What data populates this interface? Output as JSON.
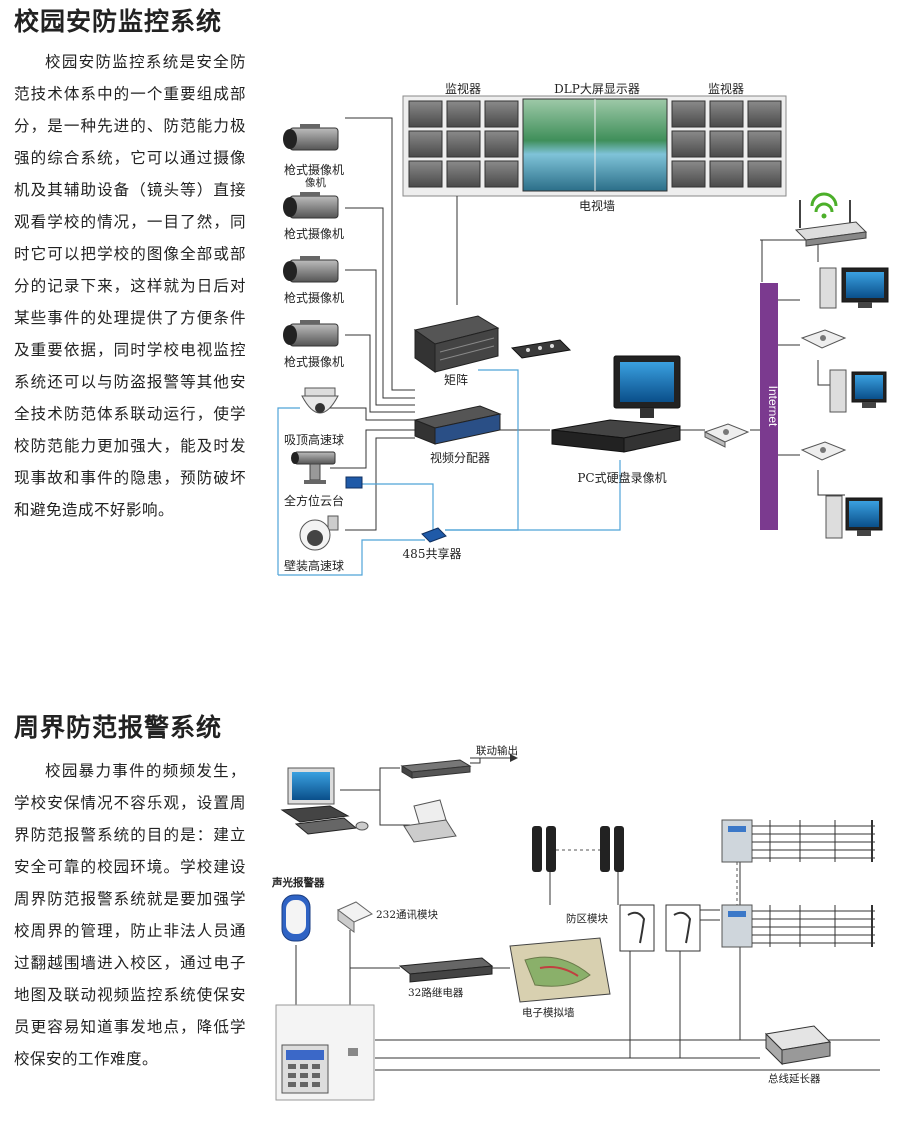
{
  "section1": {
    "title": "校园安防监控系统",
    "paragraph": "校园安防监控系统是安全防范技术体系中的一个重要组成部分，是一种先进的、防范能力极强的综合系统，它可以通过摄像机及其辅助设备（镜头等）直接观看学校的情况，一目了然，同时它可以把学校的图像全部或部分的记录下来，这样就为日后对某些事件的处理提供了方便条件及重要依据，同时学校电视监控系统还可以与防盗报警等其他安全技术防范体系联动运行，使学校防范能力更加强大，能及时发现事故和事件的隐患，预防破坏和避免造成不好影响。",
    "diagram": {
      "monitor_left": "监视器",
      "dlp": "DLP大屏显示器",
      "monitor_right": "监视器",
      "tv_wall": "电视墙",
      "camera_1": "枪式摄像机",
      "camera_1_overlap": "像机",
      "camera_2": "枪式摄像机",
      "camera_3": "枪式摄像机",
      "camera_4": "枪式摄像机",
      "ceiling_dome": "吸顶高速球",
      "ptz": "全方位云台",
      "wall_dome": "壁装高速球",
      "matrix": "矩阵",
      "splitter": "视频分配器",
      "sharer": "485共享器",
      "dvr": "PC式硬盘录像机",
      "internet": "Internet"
    }
  },
  "section2": {
    "title": "周界防范报警系统",
    "paragraph": "校园暴力事件的频频发生，学校安保情况不容乐观，设置周界防范报警系统的目的是：建立安全可靠的校园环境。学校建设周界防范报警系统就是要加强学校周界的管理，防止非法人员通过翻越围墙进入校区，通过电子地图及联动视频监控系统使保安员更容易知道事发地点，降低学校保安的工作难度。",
    "diagram": {
      "linkage": "联动输出",
      "siren": "声光报警器",
      "module_232": "232通讯模块",
      "zone_module": "防区模块",
      "relay_32": "32路继电器",
      "emap": "电子模拟墙",
      "bus_ext": "总线延长器"
    }
  },
  "colors": {
    "accent_purple": "#7b3a8f",
    "line_blue": "#4fa3d8",
    "line_dark": "#333333"
  }
}
